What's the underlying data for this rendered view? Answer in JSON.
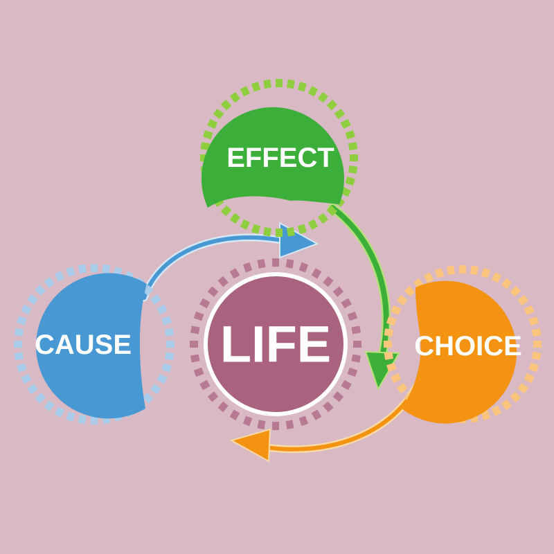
{
  "diagram": {
    "center": {
      "label": "LIFE",
      "color": "#a9637e",
      "gear_color": "#b87a93"
    },
    "nodes": [
      {
        "id": "effect",
        "label": "EFFECT",
        "color": "#3cae3a",
        "gear_color": "#8fcf3f"
      },
      {
        "id": "cause",
        "label": "CAUSE",
        "color": "#4798d3",
        "gear_color": "#a9cdeb"
      },
      {
        "id": "choice",
        "label": "CHOICE",
        "color": "#f39311",
        "gear_color": "#fbc57d"
      }
    ],
    "background_color": "#d8b9c4"
  }
}
